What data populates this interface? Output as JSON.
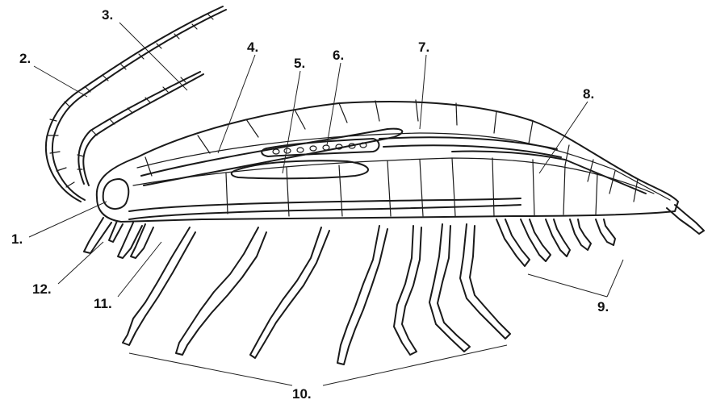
{
  "diagram": {
    "labels": [
      {
        "id": "l1",
        "text": "1."
      },
      {
        "id": "l2",
        "text": "2."
      },
      {
        "id": "l3",
        "text": "3."
      },
      {
        "id": "l4",
        "text": "4."
      },
      {
        "id": "l5",
        "text": "5."
      },
      {
        "id": "l6",
        "text": "6."
      },
      {
        "id": "l7",
        "text": "7."
      },
      {
        "id": "l8",
        "text": "8."
      },
      {
        "id": "l9",
        "text": "9."
      },
      {
        "id": "l10",
        "text": "10."
      },
      {
        "id": "l11",
        "text": "11."
      },
      {
        "id": "l12",
        "text": "12."
      }
    ]
  }
}
